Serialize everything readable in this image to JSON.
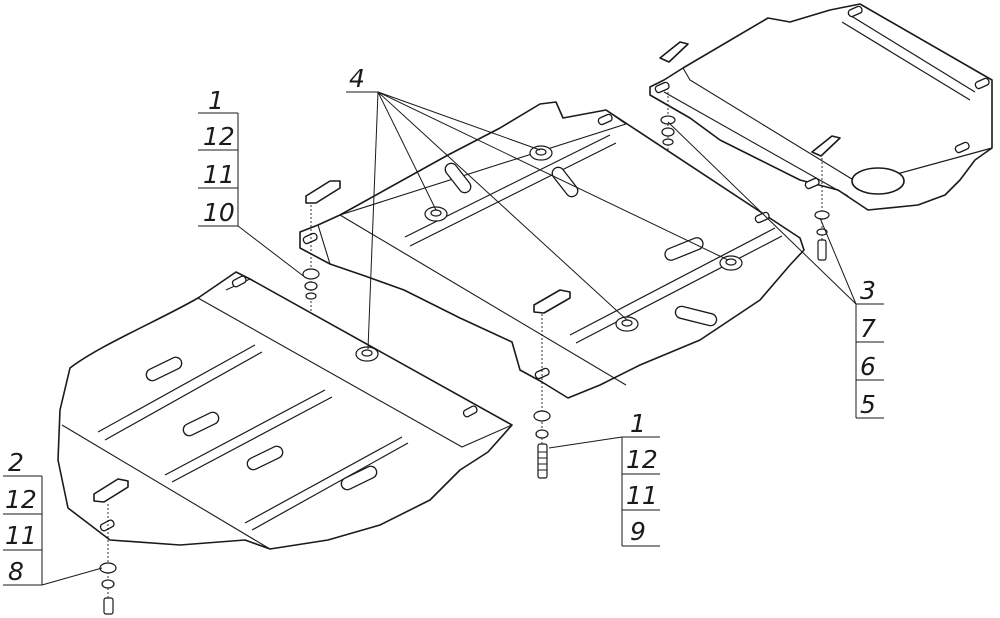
{
  "callouts": {
    "a": [
      "1",
      "12",
      "11",
      "10"
    ],
    "b": "4",
    "c": [
      "3",
      "7",
      "6",
      "5"
    ],
    "d": [
      "1",
      "12",
      "11",
      "9"
    ],
    "e": [
      "2",
      "12",
      "11",
      "8"
    ]
  }
}
